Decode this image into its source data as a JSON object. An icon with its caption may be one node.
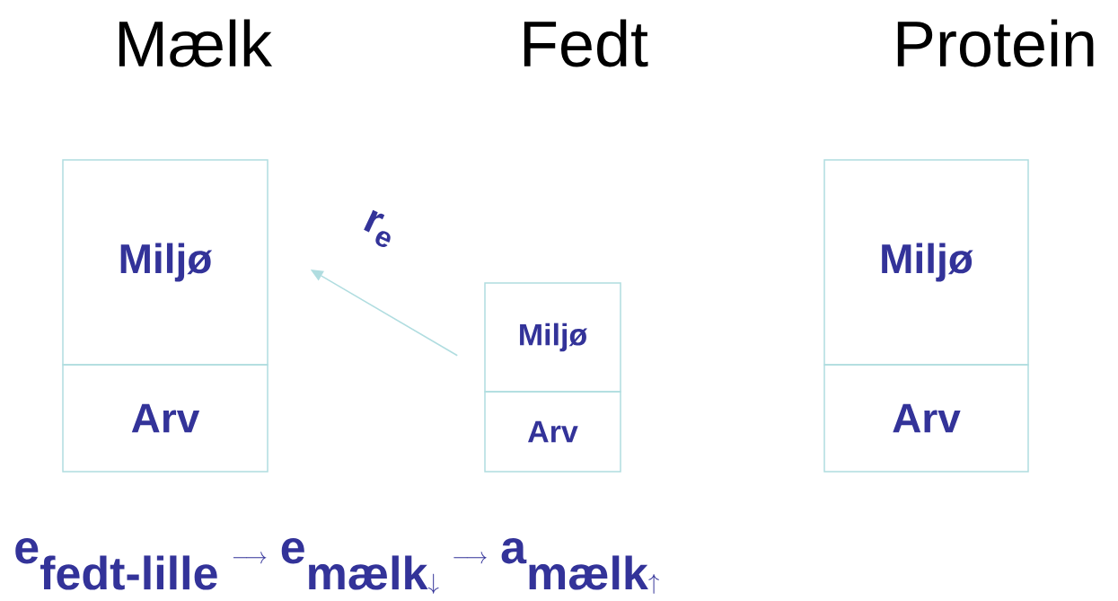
{
  "diagram": {
    "nodes": [
      {
        "text": [
          "Miljø"
        ]
      },
      {
        "text": [
          "Arv"
        ]
      },
      {
        "text": [
          "Miljø"
        ]
      },
      {
        "text": [
          "Arv"
        ]
      },
      {
        "text": [
          "Miljø"
        ]
      },
      {
        "text": [
          "Arv"
        ]
      }
    ],
    "edges": [
      {
        "from": 2,
        "to": 0,
        "arrow": "to",
        "label": "r$_{e}$"
      }
    ],
    "labels": [
      "Mælk",
      "Fedt",
      "Protein",
      "\\textbf{e}_{\\textbf{fedt-lille}}\\;\\longrightarrow\\;\\textbf{e}_{\\textbf{mælk}\\downarrow}\\;\\longrightarrow\\;\\textbf{a}_{\\textbf{mælk}\\uparrow}"
    ]
  }
}
